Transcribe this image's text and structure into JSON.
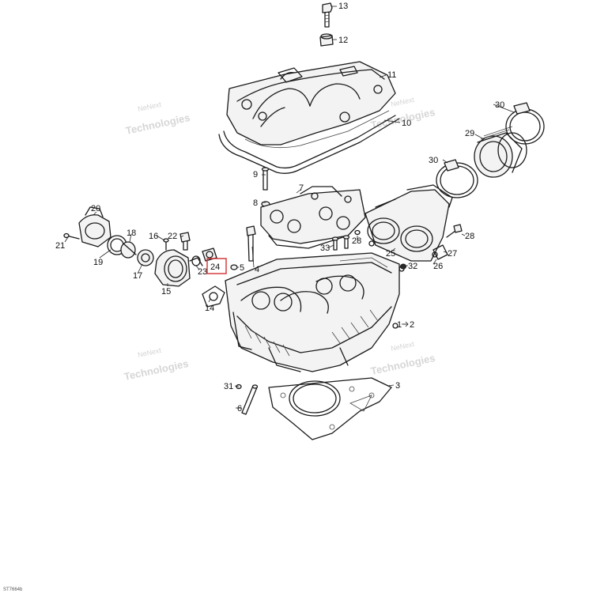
{
  "diagram": {
    "callouts": {
      "c1": "1",
      "c2": "2",
      "c3": "3",
      "c4": "4",
      "c5": "5",
      "c6": "6",
      "c7": "7",
      "c8": "8",
      "c9": "9",
      "c10": "10",
      "c11": "11",
      "c12": "12",
      "c13": "13",
      "c14": "14",
      "c15": "15",
      "c16": "16",
      "c17": "17",
      "c18": "18",
      "c19": "19",
      "c20": "20",
      "c21": "21",
      "c22": "22",
      "c23": "23",
      "c24": "24",
      "c25": "25",
      "c26": "26",
      "c27": "27",
      "c28a": "28",
      "c28b": "28",
      "c29": "29",
      "c30a": "30",
      "c30b": "30",
      "c31": "31",
      "c32": "32",
      "c33": "33"
    },
    "highlighted_part": "24",
    "watermark_line1": "NeNext",
    "watermark_line2": "Technologies",
    "figure_code": "ST7664b",
    "colors": {
      "line": "#1a1a1a",
      "highlight": "#d32f2f",
      "watermark": "#c8c8c8",
      "background": "#ffffff"
    }
  }
}
